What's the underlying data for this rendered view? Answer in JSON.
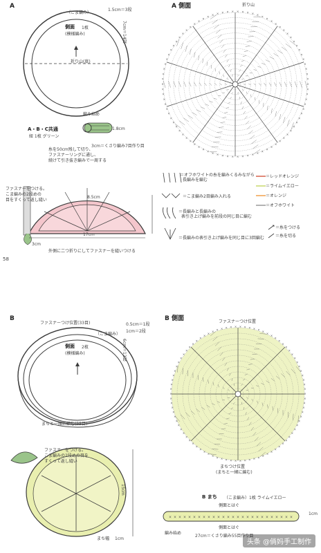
{
  "sectionA": {
    "label": "A",
    "body": {
      "top_label": "（こま編み）",
      "title": "側面",
      "count": "1枚",
      "sub": "(模様編み)",
      "fold": "折り山(底)",
      "dim_side": "1.5cm＝3段",
      "dim_vert": "7cm＝14段"
    },
    "strap": {
      "knot": "編み始め",
      "title": "A・B・C共通",
      "material": "紐 1枚 グリーン",
      "width": "1.8cm",
      "length": "3cm＝くさり編み7目作り目",
      "note1": "糸を50cm残して切り、",
      "note2": "ファスナーリングに通し、",
      "note3": "続けて引き抜き編みで一周する"
    },
    "pouch": {
      "note1": "ファスナーをつける。",
      "note2": "こま編みの2段めの",
      "note3": "目をすくって返し縫い",
      "dim_h": "8.5cm",
      "dim_w": "17cm",
      "tab": "3cm",
      "caption": "外側に二つ折りにしてファスナーを縫いつける"
    },
    "chart": {
      "title": "A 側面",
      "start": "折り山"
    },
    "legend": {
      "l1a": "＝オフホワイトの糸を編みくるみながら",
      "l1b": "長編みを編む",
      "l2": "＝こま編み2目編み入れる",
      "l3a": "＝長編みと長編みの",
      "l3b": "表引き上げ編みを前段の同じ目に編む",
      "l4": "＝長編みの表引き上げ編みを同じ目に3回編む",
      "c1": "＝レッドオレンジ",
      "c2": "＝ライムイエロー",
      "c3": "＝オレンジ",
      "c4": "＝オフホワイト",
      "s1": "＝糸をつける",
      "s2": "＝糸を切る"
    },
    "page_number": "58"
  },
  "sectionB": {
    "label": "B",
    "body": {
      "zipper": "ファスナーつけ位置(33目)",
      "top_label": "（こま編み）",
      "title": "側面",
      "count": "2枚",
      "sub": "(模様編み)",
      "dim1": "0.5cm＝1段",
      "dim2": "1cm＝2段",
      "dim_vert": "6cm＝12段",
      "bottom": "まちと一緒に編む(55目)"
    },
    "chart": {
      "title": "B 側面",
      "zipper": "ファスナーつけ位置",
      "gusset1": "まちつけ位置",
      "gusset2": "(まちと一緒に編む)"
    },
    "lemon": {
      "note1": "ファスナーをつける。",
      "note2": "こま編みの2段めの目を",
      "note3": "すくって返し縫い",
      "dim_h": "15cm",
      "gusset": "まち幅",
      "gusset_w": "1cm"
    },
    "gusset": {
      "title": "B まち",
      "detail": "（こま編み）1枚 ライムイエロー",
      "top": "側面とはぐ",
      "bottom": "側面とはぐ",
      "knot": "編み始め",
      "length": "27cm＝くさり編み55目作り目",
      "width": "1cm"
    }
  },
  "watermark": "头条 @倘妈手工制作",
  "colors": {
    "pink": "#f4c6cc",
    "lime": "#e9efaf",
    "green": "#9ac48a",
    "line": "#3a3a3a",
    "chart": "#555555"
  }
}
